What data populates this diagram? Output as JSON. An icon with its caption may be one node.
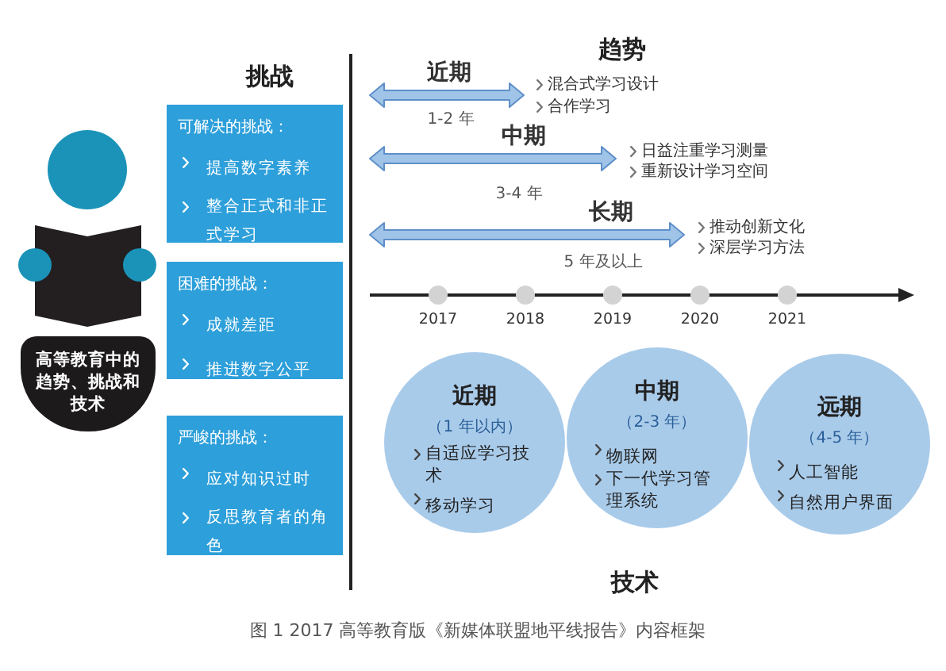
{
  "diagram": {
    "caption": "图 1 2017 高等教育版《新媒体联盟地平线报告》内容框架",
    "nodes": [
      {
        "text": [
          "高等教育中的趋势、挑战和技术"
        ]
      },
      {
        "text": [
          "可解决的挑战：",
          "提高数字素养",
          "整合正式和非正式学习"
        ]
      },
      {
        "text": [
          "困难的挑战：",
          "成就差距",
          "推进数字公平"
        ]
      },
      {
        "text": [
          "严峻的挑战：",
          "应对知识过时",
          "反思教育者的角色"
        ]
      },
      {
        "text": [
          "近期",
          "（1 年以内）",
          "自适应学习技术",
          "移动学习"
        ]
      },
      {
        "text": [
          "中期",
          "（2-3 年）",
          "物联网",
          "下一代学习管理系统"
        ]
      },
      {
        "text": [
          "远期",
          "（4-5 年）",
          "人工智能",
          "自然用户界面"
        ]
      }
    ],
    "labels": [
      "趋势",
      "挑战",
      "近期",
      "混合式学习设计",
      "合作学习",
      "1-2 年",
      "中期",
      "日益注重学习测量",
      "重新设计学习空间",
      "3-4 年",
      "长期",
      "推动创新文化",
      "深层学习方法",
      "5 年及以上",
      "2017",
      "2018",
      "2019",
      "2020",
      "2021",
      "技术"
    ]
  }
}
